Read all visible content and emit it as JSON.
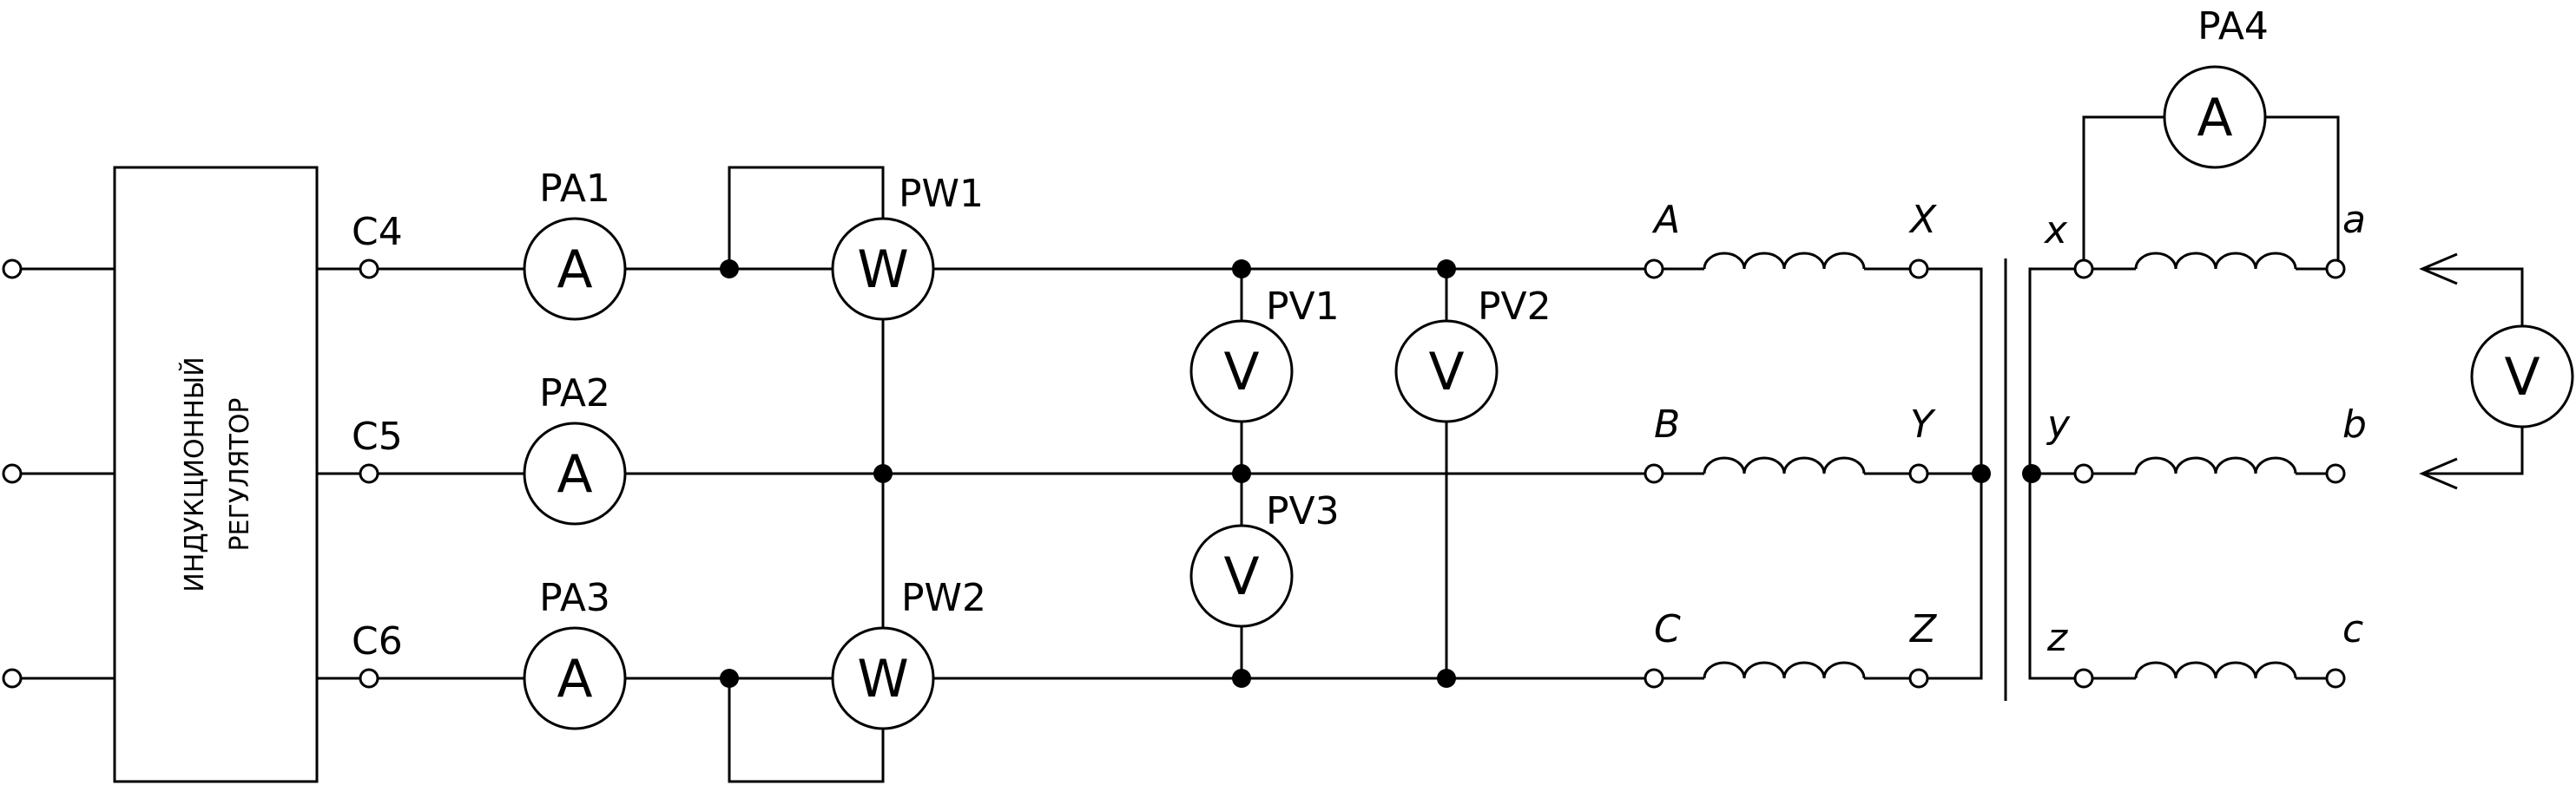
{
  "regulator": {
    "line1": "ИНДУКЦИОННЫЙ",
    "line2": "РЕГУЛЯТОР"
  },
  "terminals": {
    "c4": "C4",
    "c5": "C5",
    "c6": "C6"
  },
  "ammeters": {
    "pa1": {
      "label": "PA1",
      "symbol": "A"
    },
    "pa2": {
      "label": "PA2",
      "symbol": "A"
    },
    "pa3": {
      "label": "PA3",
      "symbol": "A"
    },
    "pa4": {
      "label": "PA4",
      "symbol": "A"
    }
  },
  "wattmeters": {
    "pw1": {
      "label": "PW1",
      "symbol": "W"
    },
    "pw2": {
      "label": "PW2",
      "symbol": "W"
    }
  },
  "voltmeters": {
    "pv1": {
      "label": "PV1",
      "symbol": "V"
    },
    "pv2": {
      "label": "PV2",
      "symbol": "V"
    },
    "pv3": {
      "label": "PV3",
      "symbol": "V"
    },
    "out": {
      "symbol": "V"
    }
  },
  "windings": {
    "primary": {
      "a": "A",
      "b": "B",
      "c": "C",
      "x": "X",
      "y": "Y",
      "z": "Z"
    },
    "secondary": {
      "x": "x",
      "y": "y",
      "z": "z",
      "a": "a",
      "b": "b",
      "c": "c"
    }
  }
}
